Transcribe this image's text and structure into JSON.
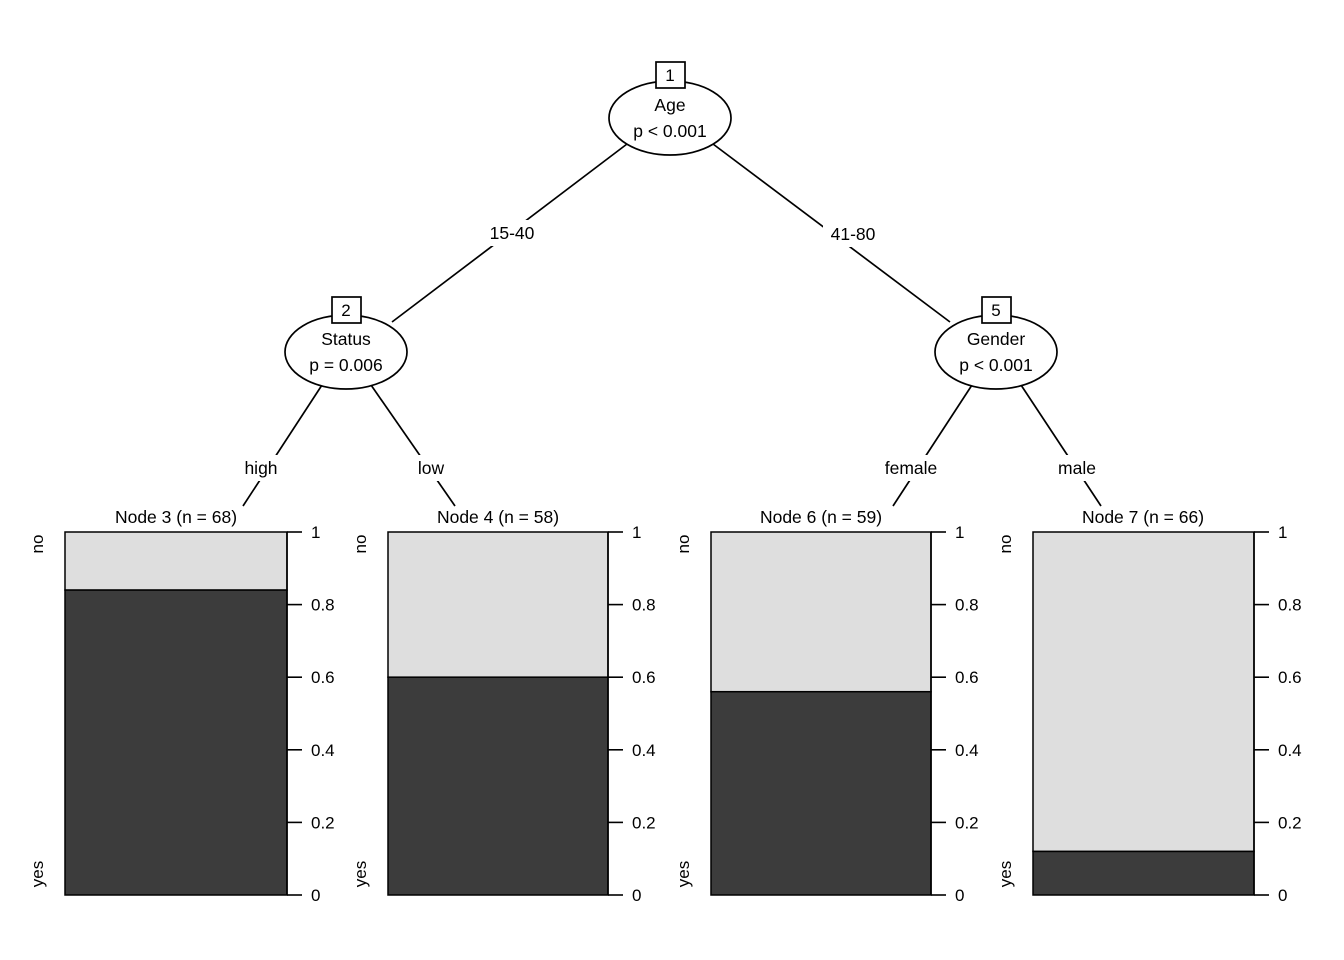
{
  "chart_data": {
    "type": "bar",
    "subtype": "conditional-inference-tree-with-stacked-terminal-barplots",
    "title": "",
    "inner_nodes": [
      {
        "id": "1",
        "variable": "Age",
        "p_value": "p < 0.001"
      },
      {
        "id": "2",
        "variable": "Status",
        "p_value": "p = 0.006"
      },
      {
        "id": "5",
        "variable": "Gender",
        "p_value": "p < 0.001"
      }
    ],
    "edges": [
      {
        "from": "1",
        "to": "2",
        "label": "15-40"
      },
      {
        "from": "1",
        "to": "5",
        "label": "41-80"
      },
      {
        "from": "2",
        "to": "3",
        "label": "high"
      },
      {
        "from": "2",
        "to": "4",
        "label": "low"
      },
      {
        "from": "5",
        "to": "6",
        "label": "female"
      },
      {
        "from": "5",
        "to": "7",
        "label": "male"
      }
    ],
    "terminal_nodes": [
      {
        "title": "Node 3 (n = 68)",
        "n": 68,
        "values": {
          "yes": 0.84,
          "no": 0.16
        }
      },
      {
        "title": "Node 4 (n = 58)",
        "n": 58,
        "values": {
          "yes": 0.6,
          "no": 0.4
        }
      },
      {
        "title": "Node 6 (n = 59)",
        "n": 59,
        "values": {
          "yes": 0.56,
          "no": 0.44
        }
      },
      {
        "title": "Node 7 (n = 66)",
        "n": 66,
        "values": {
          "yes": 0.12,
          "no": 0.88
        }
      }
    ],
    "categories": [
      "yes",
      "no"
    ],
    "y_axis": {
      "range": [
        0,
        1
      ],
      "ticks": [
        0,
        0.2,
        0.4,
        0.6,
        0.8,
        1
      ],
      "tick_labels": [
        "0",
        "0.2",
        "0.4",
        "0.6",
        "0.8",
        "1"
      ]
    },
    "colors": {
      "yes_fill": "#3c3c3c",
      "no_fill": "#dedede",
      "stroke": "#000000",
      "background": "#ffffff"
    }
  }
}
